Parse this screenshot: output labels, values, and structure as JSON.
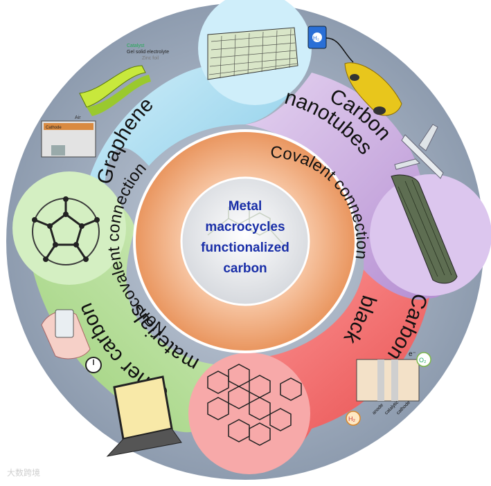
{
  "center": {
    "line1": "Metal",
    "line2": "macrocycles",
    "line3": "functionalized",
    "line4": "carbon"
  },
  "ring": {
    "right": "Covalent connection",
    "left": "Non-covalent connection"
  },
  "sectors": {
    "graphene": "Graphene",
    "cnt_line1": "Carbon",
    "cnt_line2": "nanotubes",
    "cb_line1": "Carbon",
    "cb_line2": "black",
    "other_line1": "Other carbon",
    "other_line2": "materials"
  },
  "device_labels": {
    "catalyst": "Catalyst",
    "gel": "Gel solid electrolyte",
    "zinc": "Zinc foil",
    "air": "Air",
    "cathode": "Cathode",
    "h2_tank": "H₂",
    "o2": "O₂",
    "h2": "H₂",
    "anode": "anode",
    "catalytic": "catalytic",
    "cathode2": "cathode",
    "e": "e⁻"
  },
  "colors": {
    "outer_ring": "#9fadbf",
    "graphene": "#a9dcf0",
    "cnt": "#c8a8dc",
    "carbon_black": "#f06a6a",
    "other": "#b4dc96",
    "orange_ring": "#f0a878",
    "center_text": "#1a2fa8"
  },
  "watermark": "大数跨境"
}
